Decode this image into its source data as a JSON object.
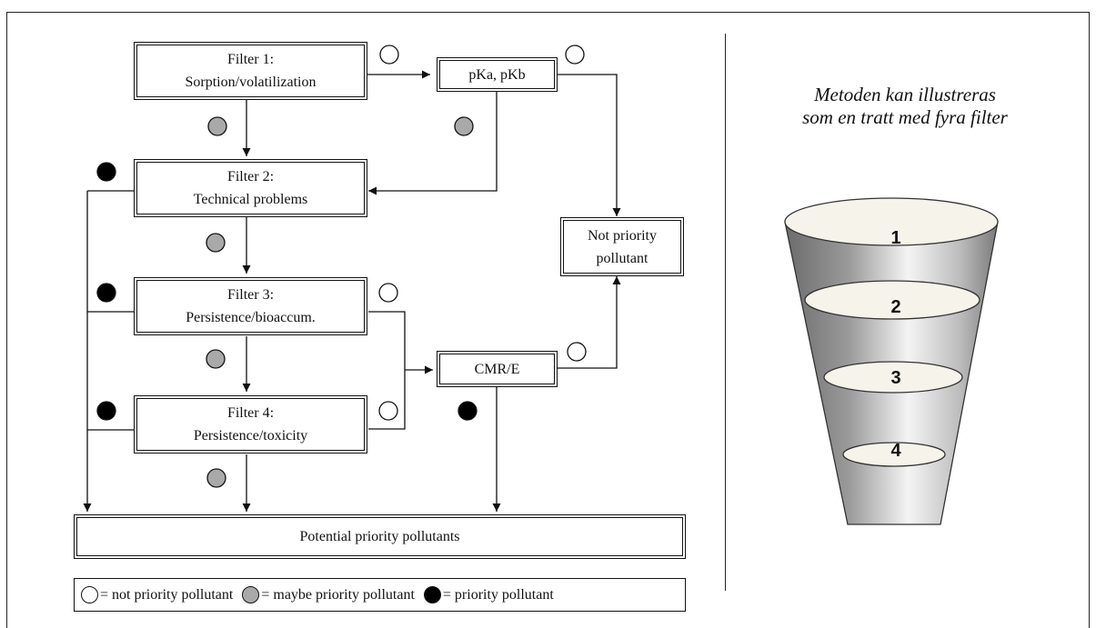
{
  "flowchart": {
    "filter1": {
      "line1": "Filter 1:",
      "line2": "Sorption/volatilization"
    },
    "pka": "pKa, pKb",
    "filter2": {
      "line1": "Filter 2:",
      "line2": "Technical problems"
    },
    "not_priority": {
      "line1": "Not priority",
      "line2": "pollutant"
    },
    "filter3": {
      "line1": "Filter 3:",
      "line2": "Persistence/bioaccum."
    },
    "cmr": "CMR/E",
    "filter4": {
      "line1": "Filter 4:",
      "line2": "Persistence/toxicity"
    },
    "potential": "Potential priority pollutants"
  },
  "legend": {
    "not_priority": "= not priority pollutant",
    "maybe_priority": "= maybe priority pollutant",
    "priority": "= priority pollutant",
    "colors": {
      "not": "#ffffff",
      "maybe": "#a9a9a9",
      "priority": "#000000"
    }
  },
  "caption": {
    "line1": "Metoden kan illustreras",
    "line2": "som en tratt med fyra filter"
  },
  "funnel": {
    "labels": [
      "1",
      "2",
      "3",
      "4"
    ],
    "colors": {
      "body_dark": "#6b6b6b",
      "body_light": "#f4f4f4",
      "ellipse": "#f5f3ea"
    }
  }
}
